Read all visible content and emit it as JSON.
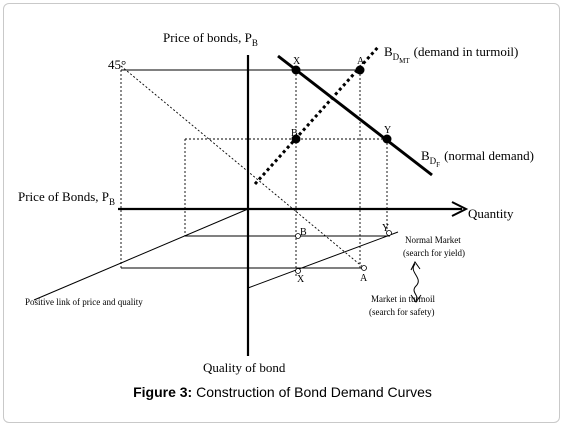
{
  "axes": {
    "top_axis_label": "Price of bonds, P",
    "top_axis_sub": "B",
    "left_axis_label": "Price of Bonds, P",
    "left_axis_sub": "B",
    "right_axis_label": "Quantity",
    "bottom_axis_label": "Quality of bond",
    "angle_label": "45°"
  },
  "curves": {
    "turmoil_main": "B",
    "turmoil_sub": "D",
    "turmoil_subsub": "MT",
    "turmoil_desc": "(demand in turmoil)",
    "normal_main": "B",
    "normal_sub": "D",
    "normal_subsub": "F",
    "normal_desc": "(normal  demand)"
  },
  "points": {
    "upper_x": "X",
    "upper_a": "A",
    "upper_b": "B",
    "upper_y": "Y",
    "lower_b": "B",
    "lower_y": "Y",
    "lower_x": "X",
    "lower_a": "A"
  },
  "annotations": {
    "normal_market_1": "Normal Market",
    "normal_market_2": "(search for yield)",
    "turmoil_market_1": "Market in turmoil",
    "turmoil_market_2": "(search for safety)",
    "positive_link": "Positive link of price and quality"
  },
  "caption": {
    "label": "Figure 3:",
    "text": "Construction of Bond Demand Curves"
  }
}
